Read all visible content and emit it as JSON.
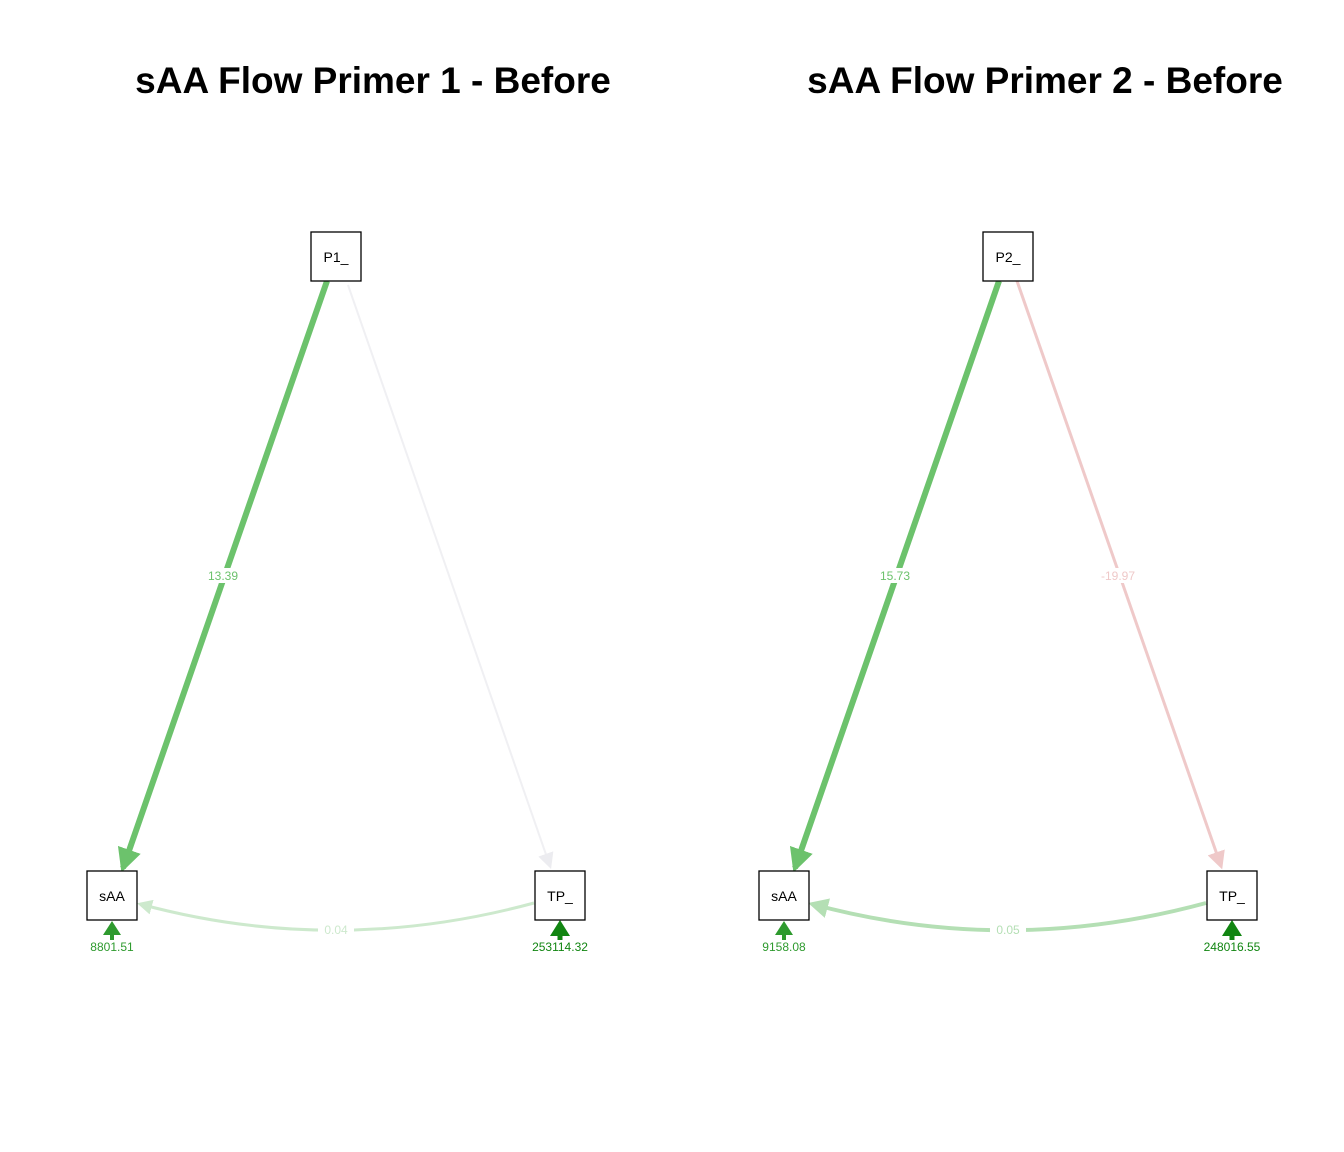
{
  "panels": [
    {
      "title": "sAA Flow Primer 1 - Before",
      "nodes": {
        "top": "P1_",
        "left": "sAA",
        "right": "TP_"
      },
      "edges": {
        "top_to_left": {
          "label": "13.39",
          "color": "#6cc26c",
          "opacity": 1.0
        },
        "top_to_right": {
          "label": "",
          "color": "#eeeef2",
          "opacity": 0.6
        },
        "right_to_left": {
          "label": "0.04",
          "color": "#cde9cd",
          "opacity": 1.0
        }
      },
      "residuals": {
        "left": {
          "label": "8801.51",
          "color": "#2e9a2e"
        },
        "right": {
          "label": "253114.32",
          "color": "#118511"
        }
      }
    },
    {
      "title": "sAA Flow Primer 2 - Before",
      "nodes": {
        "top": "P2_",
        "left": "sAA",
        "right": "TP_"
      },
      "edges": {
        "top_to_left": {
          "label": "15.73",
          "color": "#6cc26c",
          "opacity": 1.0
        },
        "top_to_right": {
          "label": "-19.97",
          "color": "#efc9c9",
          "opacity": 1.0
        },
        "right_to_left": {
          "label": "0.05",
          "color": "#b4dfb4",
          "opacity": 1.0
        }
      },
      "residuals": {
        "left": {
          "label": "9158.08",
          "color": "#2e9a2e"
        },
        "right": {
          "label": "248016.55",
          "color": "#118511"
        }
      }
    }
  ]
}
